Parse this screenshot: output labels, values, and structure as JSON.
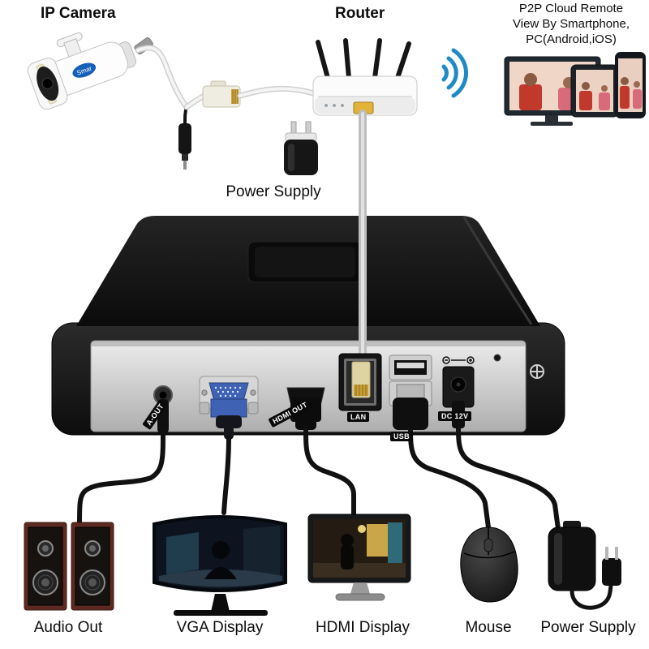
{
  "diagram_title": "IP camera NVR kit connection diagram",
  "labels": {
    "ip_camera": "IP Camera",
    "router": "Router",
    "p2p": [
      "P2P Cloud Remote",
      "View By Smartphone,",
      "PC(Android,iOS)"
    ],
    "power_supply_top": "Power Supply",
    "audio_out": "Audio Out",
    "vga_display": "VGA Display",
    "hdmi_display": "HDMI Display",
    "mouse": "Mouse",
    "power_supply_bottom": "Power Supply"
  },
  "nvr_ports": {
    "audio": "A-OUT",
    "hdmi": "HDMI OUT",
    "lan": "LAN",
    "usb": "USB",
    "dc": "DC 12V"
  },
  "camera": {
    "logo": "Smar"
  },
  "colors": {
    "wifi": "#1f8ac4",
    "vga_connector": "#3f62b5",
    "ethernet_cable": "#c4c4c4",
    "speaker_cabinet": "#5d2a22",
    "router_port": "#e2b23a"
  }
}
